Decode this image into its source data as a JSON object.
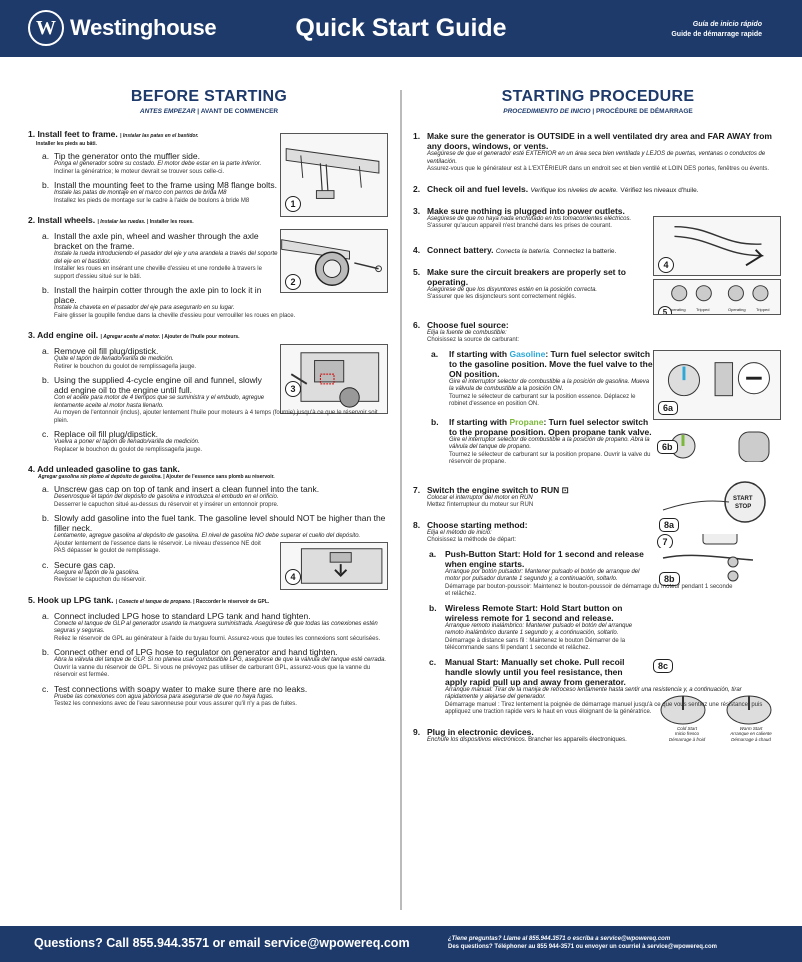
{
  "header": {
    "brand": "Westinghouse",
    "title": "Quick Start Guide",
    "sub_es": "Guía de inicio rápido",
    "sub_fr": "Guide de démarrage rapide"
  },
  "left": {
    "title": "BEFORE STARTING",
    "sub_es": "ANTES EMPEZAR",
    "sub_fr": "AVANT DE COMMENCER",
    "s1": {
      "head": "1. Install feet to frame.",
      "tr_es": "Instalar las patas en el bastidor.",
      "tr_fr": "Installer les pieds au bâti.",
      "a_lbl": "a.",
      "a": "Tip the generator onto the muffler side.",
      "a_es": "Ponga el generador sobre su costado. El motor debe estar en la parte inferior.",
      "a_fr": "Incliner la génératrice; le moteur devrait se trouver sous celle-ci.",
      "b_lbl": "b.",
      "b": "Install the mounting feet to the frame using M8 flange bolts.",
      "b_es": "Instale las patas de montaje en el marco con pernos de brida M8",
      "b_fr": "Installez les pieds de montage sur le cadre à l'aide de boulons à bride M8",
      "badge": "1"
    },
    "s2": {
      "head": "2.   Install wheels.",
      "tr_es": "Instalar las ruedas.",
      "tr_fr": "Installer les roues.",
      "a_lbl": "a.",
      "a": "Install the axle pin, wheel and washer through the axle bracket on the frame.",
      "a_es": "Instale la rueda introduciendo el pasador del eje y una arandela a través del soporte del eje en el bastidor.",
      "a_fr": "Installer les roues en insérant une cheville d'essieu et une rondelle à travers le support d'essieu situé sur le bâti.",
      "b_lbl": "b.",
      "b": "Install the hairpin cotter through the axle pin to lock it in place.",
      "b_es": "Instale la chaveta en el pasador del eje para asegurarlo en su lugar.",
      "b_fr": "Faire glisser la goupille fendue dans la cheville d'essieu pour verrouiller les roues en place.",
      "badge": "2"
    },
    "s3": {
      "head": "3.    Add engine oil.",
      "tr_es": "Agregar aceite al motor.",
      "tr_fr": "Ajouter de l'huile pour moteurs.",
      "a_lbl": "a.",
      "a": "Remove oil fill plug/dipstick.",
      "a_es": "Quite el tapón de llenado/varilla de medición.",
      "a_fr": "Retirer le bouchon du goulot de remplissage/la jauge.",
      "b_lbl": "b.",
      "b": "Using the supplied 4-cycle engine oil and funnel, slowly add engine oil to the engine until full.",
      "b_es": "Con el aceite para motor de 4 tiempos que se suministra y el embudo, agregue lentamente aceite al motor hasta llenarlo.",
      "b_fr": "Au moyen de l'entonnoir (inclus), ajouter lentement l'huile pour moteurs à 4 temps (fournie) jusqu'à ce que le réservoir soit plein.",
      "c_lbl": "c.",
      "c": "Replace oil fill plug/dipstick.",
      "c_es": "Vuelva a poner el tapón de llenado/varilla de medición.",
      "c_fr": "Replacer le bouchon du goulot de remplissage/la jauge.",
      "badge": "3"
    },
    "s4": {
      "head": "4.  Add unleaded gasoline to gas tank.",
      "tr_es": "Agregar gasolina sin plomo al depósito de gasolina.",
      "tr_fr": "Ajouter de l'essence sans plomb au réservoir.",
      "a_lbl": "a.",
      "a": "Unscrew gas cap on top of tank and insert a clean funnel into the tank.",
      "a_es": "Desenrosque el tapón del depósito de gasolina e introduzca el embudo en el orificio.",
      "a_fr": "Desserrer le capuchon situé au-dessus du réservoir et y insérer un entonnoir propre.",
      "b_lbl": "b.",
      "b": "Slowly add gasoline into the fuel tank. The gasoline level should NOT be higher than the filler neck.",
      "b_es": "Lentamente, agregue gasolina al depósito de gasolina. El nivel de gasolina NO debe superar el cuello del depósito.",
      "b_fr": "Ajouter lentement de l'essence dans le réservoir. Le niveau d'essence NE doit PAS dépasser le goulot de remplissage.",
      "c_lbl": "c.",
      "c": "Secure gas cap.",
      "c_es": "Asegure el tapón de la gasolina.",
      "c_fr": "Revisser le capuchon du réservoir.",
      "badge": "4"
    },
    "s5": {
      "head": "5.    Hook up LPG tank.",
      "tr_es": "Conecte el tanque de propano.",
      "tr_fr": "Raccorder le réservoir de GPL.",
      "a_lbl": "a.",
      "a": "Connect included LPG hose to standard LPG tank and hand tighten.",
      "a_es": "Conecte el tanque de GLP al generador usando la manguera suministrada. Asegúrese de que todas las conexiones estén seguras y seguras.",
      "a_fr": "Reliez le réservoir de GPL au générateur à l'aide du tuyau fourni. Assurez-vous que toutes les connexions sont sécurisées.",
      "b_lbl": "b.",
      "b": "Connect other end of LPG hose to regulator on generator and hand tighten.",
      "b_es": "Abra la válvula del tanque de GLP. Si no planea usar combustible LPG, asegúrese de que la válvula del tanque esté cerrada.",
      "b_fr": "Ouvrir la vanne du réservoir de GPL. Si vous ne prévoyez pas utiliser de carburant GPL, assurez-vous que la vanne du réservoir est fermée.",
      "c_lbl": "c.",
      "c": "Test connections with soapy water to make sure there are no leaks.",
      "c_es": "Pruebe las conexiones con agua jabonosa para asegurarse de que no haya fugas.",
      "c_fr": "Testez les connexions avec de l'eau savonneuse pour vous assurer qu'il n'y a pas de fuites."
    }
  },
  "right": {
    "title": "STARTING PROCEDURE",
    "sub_es": "PROCEDIMIENTO DE INICIO",
    "sub_fr": "PROCÉDURE DE DÉMARRAGE",
    "s1": {
      "num": "1.",
      "head": "Make sure the generator is OUTSIDE in a well ventilated dry area and FAR AWAY from any doors, windows, or vents.",
      "es": "Asegúrese de que el generador esté EXTERIOR en un área seca bien ventilada y LEJOS de puertas, ventanas o conductos de ventilación.",
      "fr": "Assurez-vous que le générateur est à L'EXTÉRIEUR dans un endroit sec et bien ventilé et LOIN DES portes, fenêtres ou évents."
    },
    "s2": {
      "num": "2.",
      "head": "Check oil and fuel levels.",
      "es": "Verifique los niveles de aceite.",
      "fr": "Vérifiez les niveaux d'huile."
    },
    "s3": {
      "num": "3.",
      "head": "Make sure nothing is plugged into power outlets.",
      "es": "Asegúrese de que no haya nada enchufado en los tomacorrientes eléctricos.",
      "fr": "S'assurer qu'aucun appareil n'est branché dans les prises de courant."
    },
    "s4": {
      "num": "4.",
      "head": "Connect battery.",
      "es": "Conecta la batería.",
      "fr": "Connectez la batterie.",
      "badge": "4"
    },
    "s5": {
      "num": "5.",
      "head": "Make sure the circuit breakers are properly set to operating.",
      "es": "Asegúrese de que los disyuntores estén en la posición correcta.",
      "fr": "S'assurer que les disjoncteurs sont correctement réglés.",
      "badge": "5",
      "cap1": "Operating",
      "cap2": "Tripped",
      "cap3": "Operating",
      "cap4": "Tripped"
    },
    "s6": {
      "num": "6.",
      "head": "Choose fuel source:",
      "es": "Elija la fuente de combustible:",
      "fr": "Choisissez la source de carburant:",
      "a_lbl": "a.",
      "a_pre": "If starting with ",
      "a_fuel": "Gasoline",
      "a_post": ": Turn fuel selector switch to the gasoline position. Move the fuel valve to the ON position.",
      "a_es": "Gire el interruptor selector de combustible a la posición de gasolina. Mueva la válvula de combustible a la posición ON.",
      "a_fr": "Tournez le sélecteur de carburant sur la position essence. Déplacez le robinet d'essence en position ON.",
      "b_lbl": "b.",
      "b_pre": "If starting with ",
      "b_fuel": "Propane",
      "b_post": ": Turn fuel selector switch to the propane position. Open propane tank valve.",
      "b_es": "Gire el interruptor selector de combustible a la posición de propano. Abra la válvula del tanque de propano.",
      "b_fr": "Tournez le sélecteur de carburant sur la position propane. Ouvrir la valve du réservoir de propane.",
      "badge_a": "6a",
      "badge_b": "6b"
    },
    "s7": {
      "num": "7.",
      "head": "Switch the engine switch to RUN",
      "es": "Colocar el interruptor del motor en RUN",
      "fr": "Mettez l'interrupteur du moteur sur RUN",
      "badge": "7"
    },
    "s8": {
      "num": "8.",
      "head": "Choose starting method:",
      "es": "Elija el método de inicio:",
      "fr": "Choisissez la méthode de départ:",
      "a_lbl": "a.",
      "a": "Push-Button Start: Hold for 1 second and release when engine starts.",
      "a_es": "Arranque por botón pulsador: Mantener pulsado el botón de arranque del motor por pulsador durante 1 segundo y, a continuación, soltarlo.",
      "a_fr": "Démarrage par bouton-poussoir: Maintenez le bouton-poussoir de démarrage du moteur pendant 1 seconde et relâchez.",
      "b_lbl": "b.",
      "b": "Wireless Remote Start: Hold Start button on wireless remote for 1 second and release.",
      "b_es": "Arranque remoto inalámbrico: Mantener pulsado el botón del arranque remoto inalámbrico durante 1 segundo y, a continuación, soltarlo.",
      "b_fr": "Démarrage à distance sans fil : Maintenez le bouton Démarrer de la télécommande sans fil pendant 1 seconde et relâchez.",
      "c_lbl": "c.",
      "c": "Manual Start: Manually set choke. Pull recoil handle slowly until you feel resistance, then apply rapid pull up and away from generator.",
      "c_es": "Arranque manual: Tirar de la manija de retroceso lentamente hasta sentir una resistencia y, a continuación, tirar rápidamente y alejarse del generador.",
      "c_fr": "Démarrage manuel : Tirez lentement la poignée de démarrage manuel jusqu'à ce que vous sentiez une résistance, puis appliquez une traction rapide vers le haut en vous éloignant de la génératrice.",
      "badge_a": "8a",
      "badge_b": "8b",
      "badge_c": "8c",
      "start_label": "START",
      "stop_label": "STOP",
      "cold_en": "Cold Start",
      "cold_es": "Inicio fresco",
      "cold_fr": "Démarrage à froid",
      "warm_en": "Warm Start",
      "warm_es": "Arranque en caliente",
      "warm_fr": "Démarrage à chaud"
    },
    "s9": {
      "num": "9.",
      "head": "Plug in electronic devices.",
      "es": "Enchufe los dispositivos electrónicos.",
      "fr": "Brancher les appareils électroniques."
    }
  },
  "footer": {
    "main": "Questions? Call 855.944.3571 or email service@wpowereq.com",
    "es": "¿Tiene preguntas? Llame al 855.944.3571 o escriba a service@wpowereq.com",
    "fr": "Des questions? Téléphoner au 855 944-3571 ou envoyer un courriel à service@wpowereq.com"
  },
  "colors": {
    "navy": "#1d3a6b",
    "gasoline": "#2aa8d8",
    "propane": "#7cb83a"
  }
}
